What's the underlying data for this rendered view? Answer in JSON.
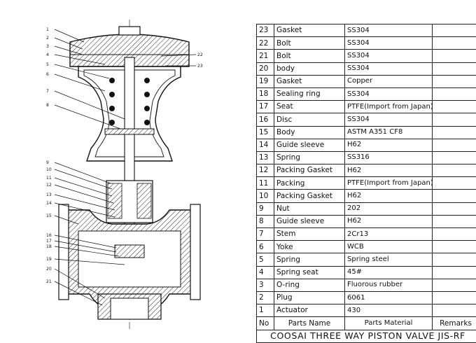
{
  "parts": [
    {
      "no": "23",
      "name": "Gasket",
      "material": "SS304",
      "remarks": ""
    },
    {
      "no": "22",
      "name": "Bolt",
      "material": "SS304",
      "remarks": ""
    },
    {
      "no": "21",
      "name": "Bolt",
      "material": "SS304",
      "remarks": ""
    },
    {
      "no": "20",
      "name": "body",
      "material": "SS304",
      "remarks": ""
    },
    {
      "no": "19",
      "name": "Gasket",
      "material": "Copper",
      "remarks": ""
    },
    {
      "no": "18",
      "name": "Sealing ring",
      "material": "SS304",
      "remarks": ""
    },
    {
      "no": "17",
      "name": "Seat",
      "material": "PTFE(Import from Japan)",
      "remarks": ""
    },
    {
      "no": "16",
      "name": "Disc",
      "material": "SS304",
      "remarks": ""
    },
    {
      "no": "15",
      "name": "Body",
      "material": "ASTM A351 CF8",
      "remarks": ""
    },
    {
      "no": "14",
      "name": "Guide sleeve",
      "material": "H62",
      "remarks": ""
    },
    {
      "no": "13",
      "name": "Spring",
      "material": "SS316",
      "remarks": ""
    },
    {
      "no": "12",
      "name": "Packing Gasket",
      "material": "H62",
      "remarks": ""
    },
    {
      "no": "11",
      "name": "Packing",
      "material": "PTFE(Import from Japan)",
      "remarks": ""
    },
    {
      "no": "10",
      "name": "Packing Gasket",
      "material": "H62",
      "remarks": ""
    },
    {
      "no": "9",
      "name": "Nut",
      "material": "202",
      "remarks": ""
    },
    {
      "no": "8",
      "name": "Guide sleeve",
      "material": "H62",
      "remarks": ""
    },
    {
      "no": "7",
      "name": "Stem",
      "material": "2Cr13",
      "remarks": ""
    },
    {
      "no": "6",
      "name": "Yoke",
      "material": "WCB",
      "remarks": ""
    },
    {
      "no": "5",
      "name": "Spring",
      "material": "Spring steel",
      "remarks": ""
    },
    {
      "no": "4",
      "name": "Spring seat",
      "material": "45#",
      "remarks": ""
    },
    {
      "no": "3",
      "name": "O-ring",
      "material": "Fluorous rubber",
      "remarks": ""
    },
    {
      "no": "2",
      "name": "Plug",
      "material": "6061",
      "remarks": ""
    },
    {
      "no": "1",
      "name": "Actuator",
      "material": "430",
      "remarks": ""
    }
  ],
  "header": {
    "no": "No",
    "name": "Parts Name",
    "material": "Parts Material",
    "remarks": "Remarks"
  },
  "title": "COOSAI THREE WAY PISTON VALVE JIS-RF",
  "callouts_left": [
    "1",
    "2",
    "3",
    "4",
    "5",
    "6",
    "7",
    "8",
    "9",
    "10",
    "11",
    "12",
    "13",
    "14",
    "15",
    "16",
    "17",
    "18",
    "19",
    "20",
    "21"
  ],
  "callouts_right": [
    "22",
    "23"
  ]
}
